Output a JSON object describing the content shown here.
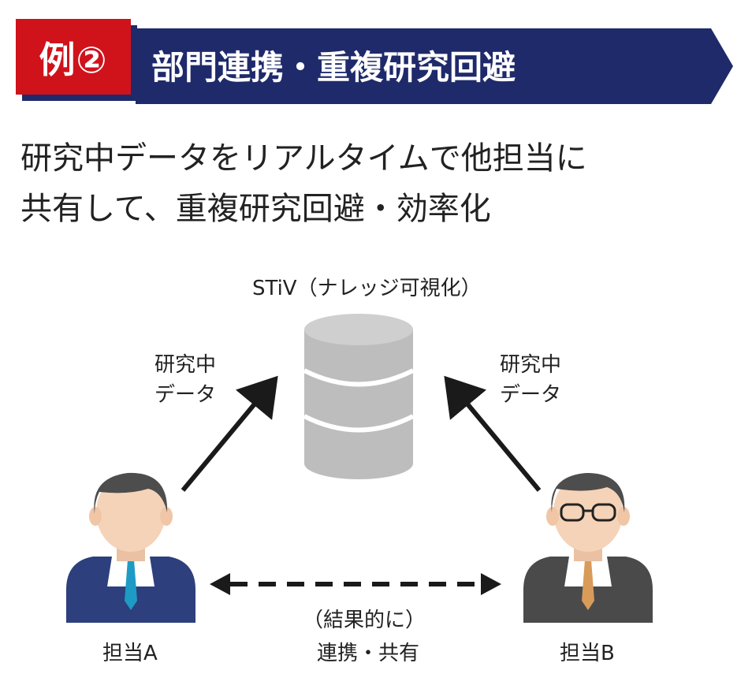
{
  "banner": {
    "tag": "例②",
    "title": "部門連携・重複研究回避"
  },
  "lead": {
    "line1": "研究中データをリアルタイムで他担当に",
    "line2": "共有して、重複研究回避・効率化"
  },
  "diagram": {
    "db_label": "STiV（ナレッジ可視化）",
    "left_arrow_label": [
      "研究中",
      "データ"
    ],
    "right_arrow_label": [
      "研究中",
      "データ"
    ],
    "person_a_label": "担当A",
    "person_b_label": "担当B",
    "bottom_label": [
      "（結果的に）",
      "連携・共有"
    ]
  },
  "colors": {
    "tag_red": "#d0121b",
    "banner_navy": "#1f2a6b",
    "db_gray": "#bdbdbd",
    "suit_a": "#2d3f7c",
    "tie_a": "#1e9bc4",
    "suit_b": "#4a4a4a",
    "tie_b": "#d99b5a",
    "skin": "#f5d3b8",
    "hair": "#4d4d4d"
  },
  "icons": {
    "database": "database-icon",
    "person_a": "person-icon",
    "person_b": "person-with-glasses-icon"
  }
}
